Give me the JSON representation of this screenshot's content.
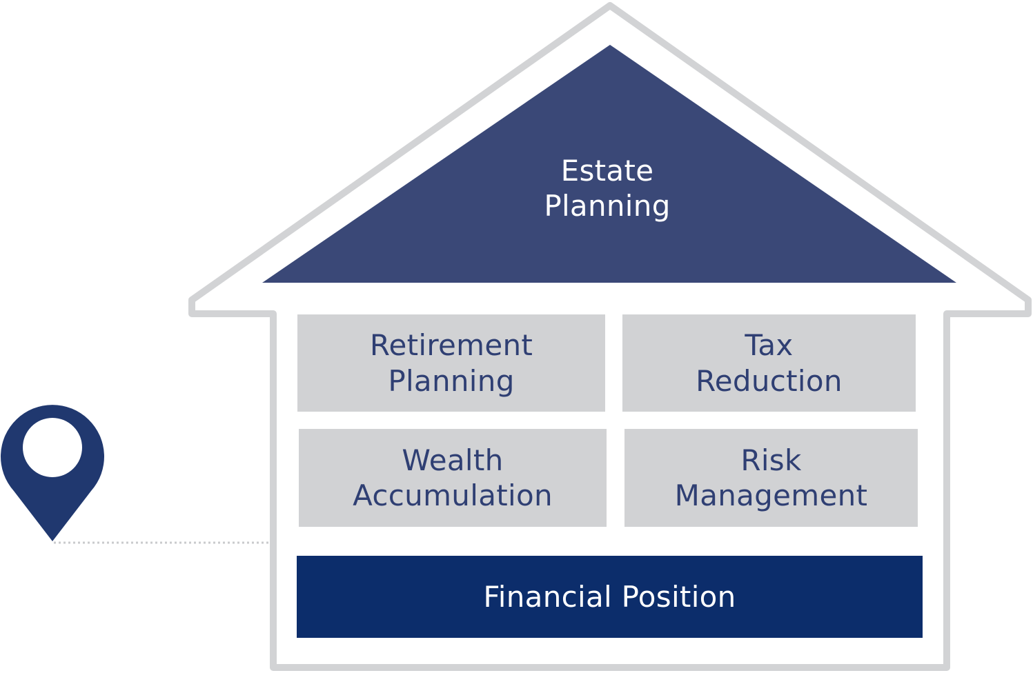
{
  "roof": {
    "line1": "Estate",
    "line2": "Planning"
  },
  "blocks": {
    "retirement": {
      "line1": "Retirement",
      "line2": "Planning"
    },
    "tax": {
      "line1": "Tax",
      "line2": "Reduction"
    },
    "wealth": {
      "line1": "Wealth",
      "line2": "Accumulation"
    },
    "risk": {
      "line1": "Risk",
      "line2": "Management"
    }
  },
  "foundation": {
    "label": "Financial Position"
  },
  "colors": {
    "outline": "#d2d3d5",
    "roof": "#3a4877",
    "block": "#d1d2d4",
    "foundation": "#0c2d6b",
    "pin": "#20386f",
    "dark_text": "#2f3f73"
  },
  "icons": {
    "location": "map-pin-icon"
  }
}
